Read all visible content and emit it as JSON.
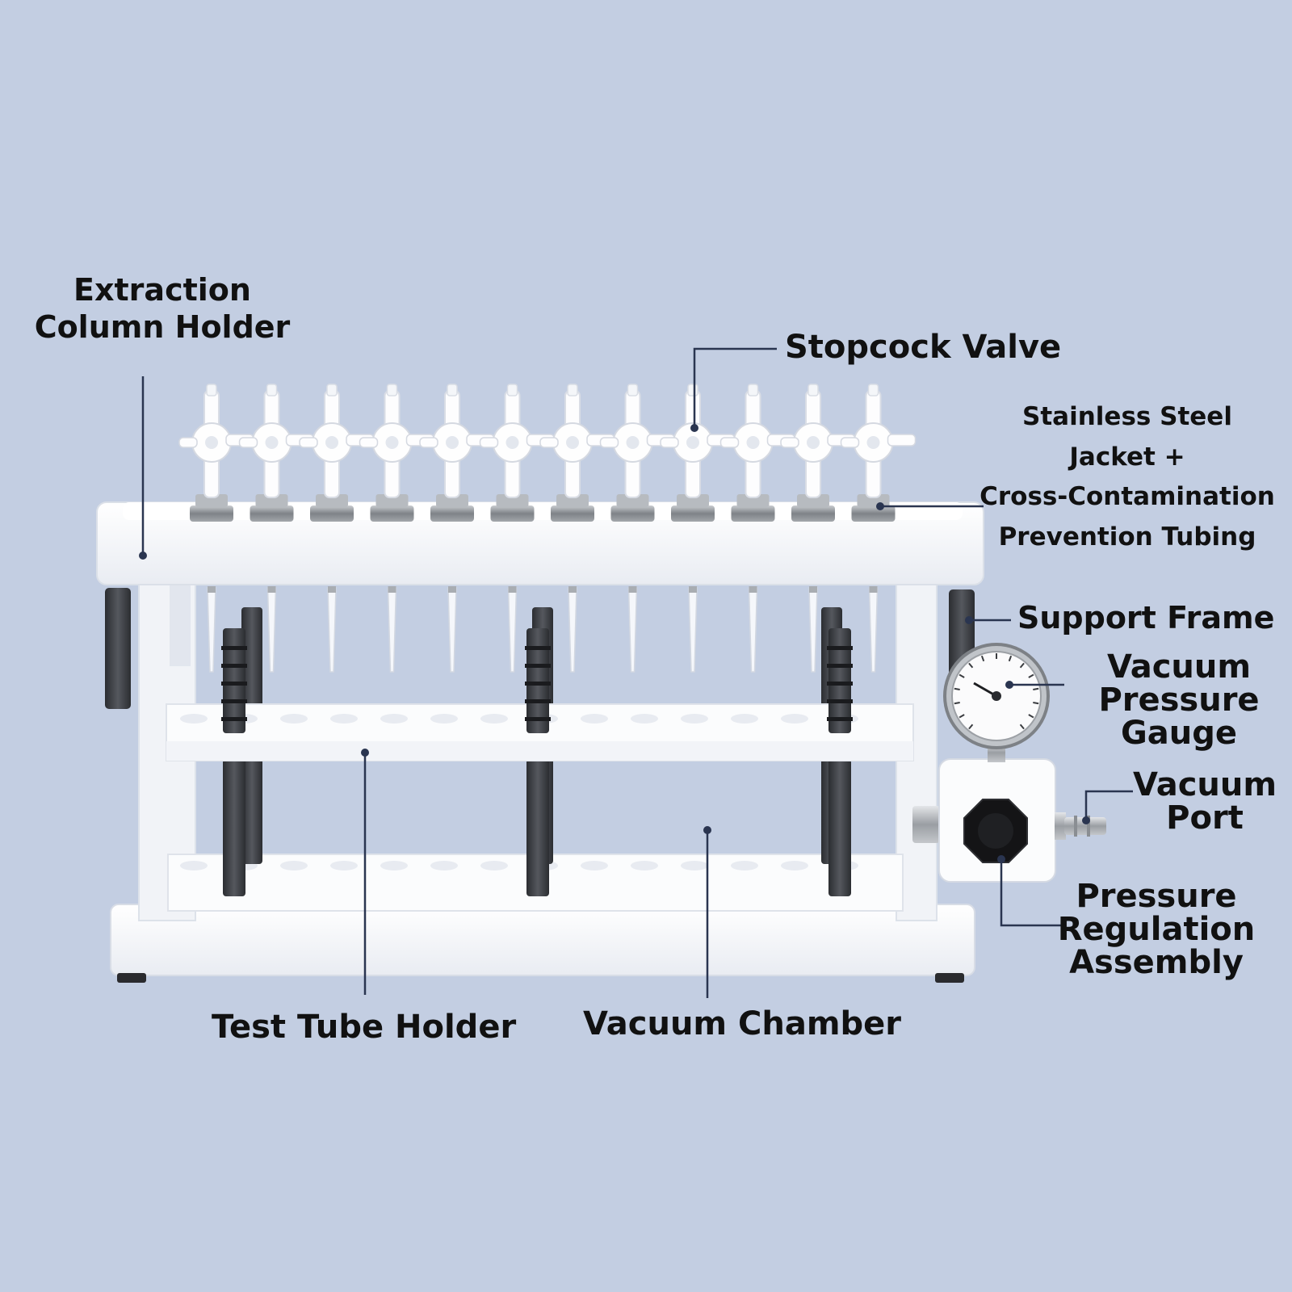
{
  "colors": {
    "background": "#c3cee2",
    "leader_line": "#2a3550",
    "label_text": "#111111",
    "plastic_white": "#f7f8fb",
    "metal": "#8f9397",
    "rubber_black": "#1b1b1d",
    "support_rod": "#3d4045"
  },
  "labels": {
    "extraction_column_holder": [
      "Extraction",
      "Column Holder"
    ],
    "stopcock_valve": [
      "Stopcock Valve"
    ],
    "stainless_steel_jacket": [
      "Stainless Steel",
      "Jacket +",
      "Cross-Contamination",
      "Prevention Tubing"
    ],
    "support_frame": [
      "Support Frame"
    ],
    "vacuum_pressure_gauge": [
      "Vacuum",
      "Pressure",
      "Gauge"
    ],
    "vacuum_port": [
      "Vacuum",
      "Port"
    ],
    "pressure_regulation_assembly": [
      "Pressure",
      "Regulation",
      "Assembly"
    ],
    "test_tube_holder": [
      "Test Tube Holder"
    ],
    "vacuum_chamber": [
      "Vacuum Chamber"
    ]
  },
  "apparatus": {
    "stopcock_count": 12,
    "support_rod_columns": 3,
    "tube_holder_tiers": 2
  },
  "icons": {
    "gauge": "pressure-gauge-dial",
    "knob": "octagonal-knob",
    "port": "hose-barb-fitting"
  }
}
